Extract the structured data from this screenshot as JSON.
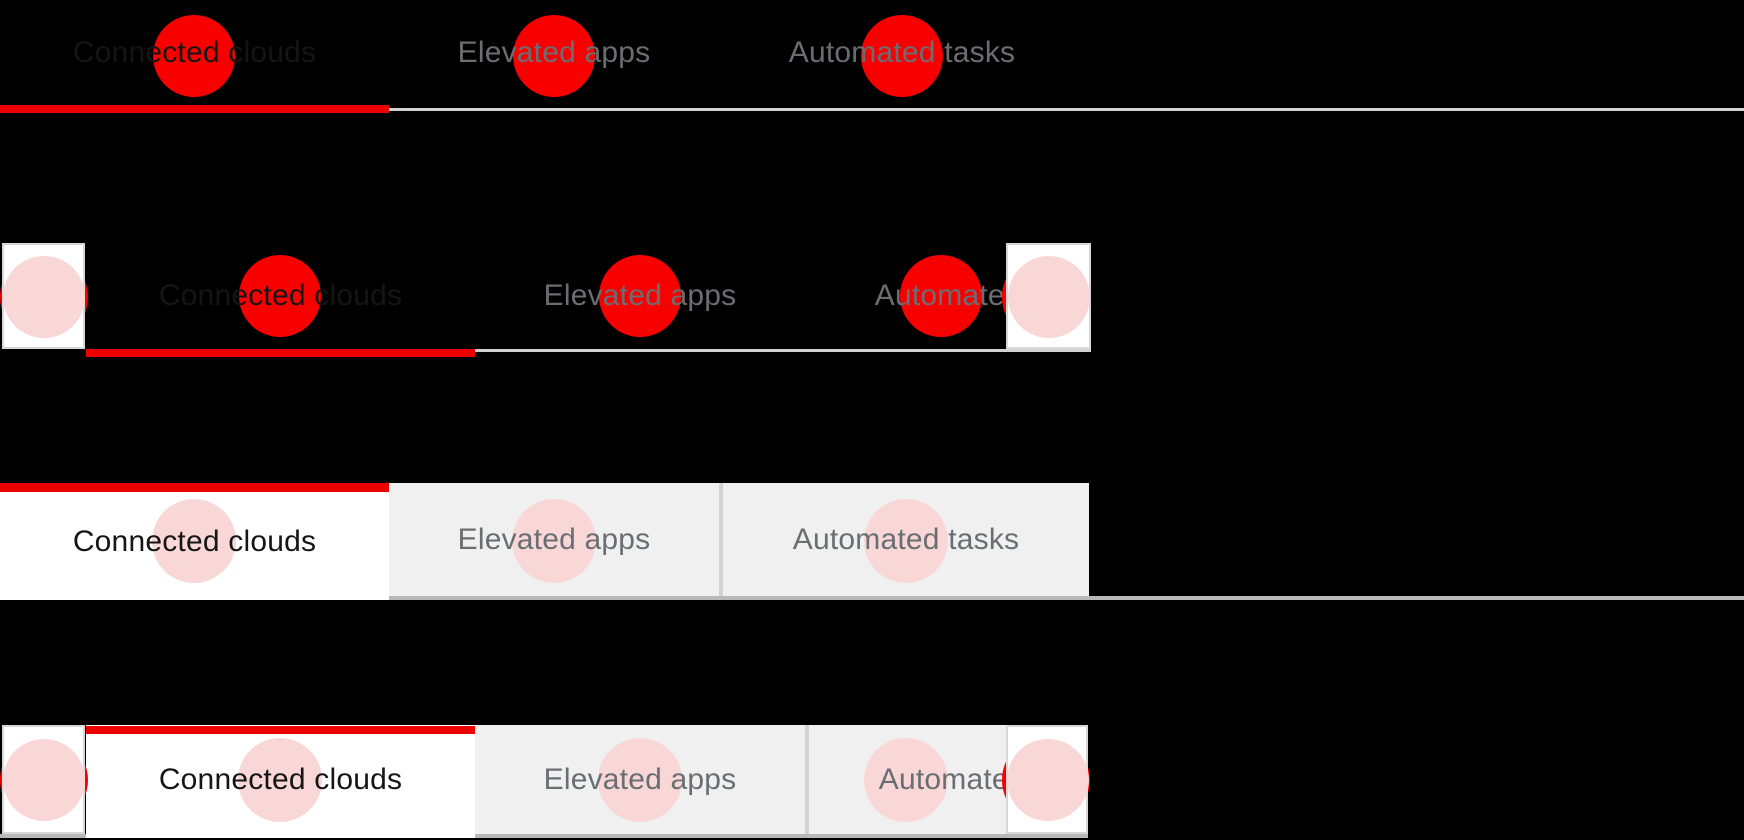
{
  "tab_labels": [
    "Connected clouds",
    "Elevated apps",
    "Automated tasks"
  ],
  "active_tab": "Connected clouds",
  "rows": [
    {
      "variant": "underline-tabs",
      "scroll_buttons": false,
      "active_tab": "Connected clouds"
    },
    {
      "variant": "underline-tabs-overflow",
      "scroll_buttons": true,
      "scroll_left_disabled": true,
      "active_tab": "Connected clouds",
      "truncated_last_label": "Automate"
    },
    {
      "variant": "box-tabs",
      "scroll_buttons": false,
      "active_tab": "Connected clouds"
    },
    {
      "variant": "box-tabs-overflow",
      "scroll_buttons": true,
      "scroll_left_disabled": true,
      "active_tab": "Connected clouds",
      "truncated_last_label": "Automate"
    }
  ],
  "icons": {
    "scroll_left": "chevron-left-icon",
    "scroll_right": "chevron-right-icon",
    "touch_indicator_active": "red-dot",
    "touch_indicator_soft": "pink-dot"
  },
  "colors": {
    "background": "#000000",
    "accent_red": "#ee0000",
    "touch_dot_red": "#f90000",
    "touch_dot_pink": "#f9d7d7",
    "active_text": "#151515",
    "inactive_text": "#6a6e73",
    "inactive_tab_bg": "#f0f0f0",
    "underline_gray": "#d2d2d2",
    "box_border_gray": "#b8b8b8",
    "scroll_button_bg": "#ffffff",
    "scroll_button_border": "#d7d7d7",
    "chevron_enabled": "#331417",
    "chevron_disabled": "#bd9499"
  }
}
